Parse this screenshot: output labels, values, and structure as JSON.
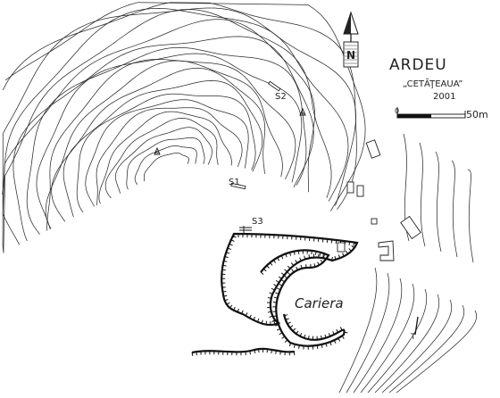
{
  "map": {
    "site_name": "ARDEU",
    "site_subtitle": "„CETĂŢEAUA”",
    "year": "2001",
    "scale_label": "50m",
    "scale_zero": "0",
    "quarry_label": "Cariera",
    "trench_labels": [
      "S1",
      "S2",
      "S3"
    ],
    "marker_label": "T",
    "north_letter": "N"
  }
}
